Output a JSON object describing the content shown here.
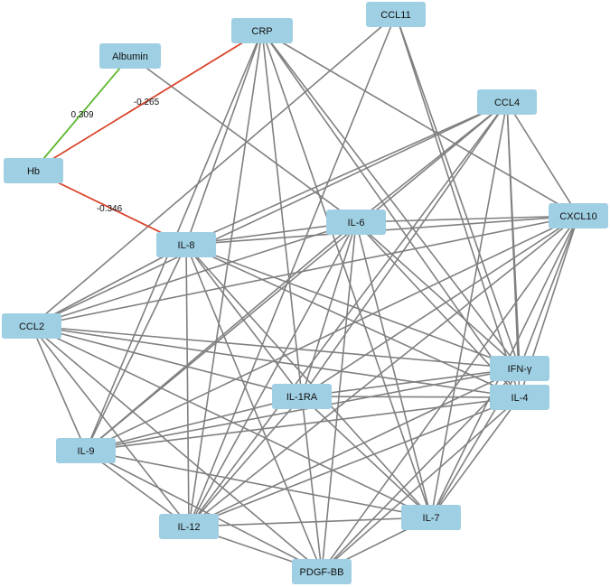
{
  "colors": {
    "node_fill": "#9fcfe3",
    "edge_default": "#808080",
    "edge_positive": "#5cb82e",
    "edge_negative": "#d9452b"
  },
  "nodes": [
    {
      "id": "CRP",
      "label": "CRP"
    },
    {
      "id": "CCL11",
      "label": "CCL11"
    },
    {
      "id": "Albumin",
      "label": "Albumin"
    },
    {
      "id": "CCL4",
      "label": "CCL4"
    },
    {
      "id": "Hb",
      "label": "Hb"
    },
    {
      "id": "CXCL10",
      "label": "CXCL10"
    },
    {
      "id": "IL-6",
      "label": "IL-6"
    },
    {
      "id": "IL-8",
      "label": "IL-8"
    },
    {
      "id": "CCL2",
      "label": "CCL2"
    },
    {
      "id": "IFN-γ",
      "label": "IFN-γ"
    },
    {
      "id": "IL-1RA",
      "label": "IL-1RA"
    },
    {
      "id": "IL-4",
      "label": "IL-4"
    },
    {
      "id": "IL-9",
      "label": "IL-9"
    },
    {
      "id": "IL-7",
      "label": "IL-7"
    },
    {
      "id": "IL-12",
      "label": "IL-12"
    },
    {
      "id": "PDGF-BB",
      "label": "PDGF-BB"
    }
  ],
  "labeled_edges": [
    {
      "source": "Hb",
      "target": "Albumin",
      "label": "0.309",
      "sign": "positive"
    },
    {
      "source": "Hb",
      "target": "CRP",
      "label": "-0.265",
      "sign": "negative"
    },
    {
      "source": "Hb",
      "target": "IL-8",
      "label": "-0.346",
      "sign": "negative"
    }
  ],
  "edges": [
    [
      "Albumin",
      "IL-6"
    ],
    [
      "CRP",
      "IL-8"
    ],
    [
      "CRP",
      "IL-1RA"
    ],
    [
      "CRP",
      "IL-7"
    ],
    [
      "CRP",
      "IFN-γ"
    ],
    [
      "CRP",
      "IL-9"
    ],
    [
      "CRP",
      "IL-12"
    ],
    [
      "CRP",
      "CXCL10"
    ],
    [
      "CRP",
      "IL-4"
    ],
    [
      "CCL11",
      "CCL2"
    ],
    [
      "CCL11",
      "IFN-γ"
    ],
    [
      "CCL11",
      "IL-4"
    ],
    [
      "CCL11",
      "IL-12"
    ],
    [
      "CCL4",
      "IL-8"
    ],
    [
      "CCL4",
      "CCL2"
    ],
    [
      "CCL4",
      "IL-6"
    ],
    [
      "CCL4",
      "IFN-γ"
    ],
    [
      "CCL4",
      "IL-4"
    ],
    [
      "CCL4",
      "IL-1RA"
    ],
    [
      "CCL4",
      "IL-9"
    ],
    [
      "CCL4",
      "IL-12"
    ],
    [
      "CCL4",
      "IL-7"
    ],
    [
      "CCL4",
      "CXCL10"
    ],
    [
      "CXCL10",
      "IL-8"
    ],
    [
      "CXCL10",
      "IL-6"
    ],
    [
      "CXCL10",
      "CCL2"
    ],
    [
      "CXCL10",
      "IL-1RA"
    ],
    [
      "CXCL10",
      "IL-9"
    ],
    [
      "CXCL10",
      "IL-12"
    ],
    [
      "CXCL10",
      "IL-7"
    ],
    [
      "CXCL10",
      "IFN-γ"
    ],
    [
      "CXCL10",
      "IL-4"
    ],
    [
      "CXCL10",
      "PDGF-BB"
    ],
    [
      "IL-6",
      "IL-8"
    ],
    [
      "IL-6",
      "CCL2"
    ],
    [
      "IL-6",
      "IL-1RA"
    ],
    [
      "IL-6",
      "IFN-γ"
    ],
    [
      "IL-6",
      "IL-4"
    ],
    [
      "IL-6",
      "IL-9"
    ],
    [
      "IL-6",
      "IL-12"
    ],
    [
      "IL-6",
      "IL-7"
    ],
    [
      "IL-6",
      "PDGF-BB"
    ],
    [
      "IL-8",
      "CCL2"
    ],
    [
      "IL-8",
      "IL-1RA"
    ],
    [
      "IL-8",
      "IFN-γ"
    ],
    [
      "IL-8",
      "IL-4"
    ],
    [
      "IL-8",
      "IL-9"
    ],
    [
      "IL-8",
      "IL-12"
    ],
    [
      "IL-8",
      "IL-7"
    ],
    [
      "IL-8",
      "PDGF-BB"
    ],
    [
      "CCL2",
      "IL-1RA"
    ],
    [
      "CCL2",
      "IFN-γ"
    ],
    [
      "CCL2",
      "IL-4"
    ],
    [
      "CCL2",
      "IL-9"
    ],
    [
      "CCL2",
      "IL-12"
    ],
    [
      "CCL2",
      "IL-7"
    ],
    [
      "CCL2",
      "PDGF-BB"
    ],
    [
      "IFN-γ",
      "IL-1RA"
    ],
    [
      "IFN-γ",
      "IL-9"
    ],
    [
      "IFN-γ",
      "IL-12"
    ],
    [
      "IFN-γ",
      "IL-7"
    ],
    [
      "IFN-γ",
      "PDGF-BB"
    ],
    [
      "IL-4",
      "IL-1RA"
    ],
    [
      "IL-4",
      "IL-9"
    ],
    [
      "IL-4",
      "IL-12"
    ],
    [
      "IL-4",
      "IL-7"
    ],
    [
      "IL-4",
      "PDGF-BB"
    ],
    [
      "IL-1RA",
      "IL-9"
    ],
    [
      "IL-1RA",
      "IL-12"
    ],
    [
      "IL-1RA",
      "IL-7"
    ],
    [
      "IL-1RA",
      "PDGF-BB"
    ],
    [
      "IL-9",
      "IL-12"
    ],
    [
      "IL-9",
      "IL-7"
    ],
    [
      "IL-9",
      "PDGF-BB"
    ],
    [
      "IL-12",
      "IL-7"
    ],
    [
      "IL-12",
      "PDGF-BB"
    ],
    [
      "IL-7",
      "PDGF-BB"
    ]
  ]
}
